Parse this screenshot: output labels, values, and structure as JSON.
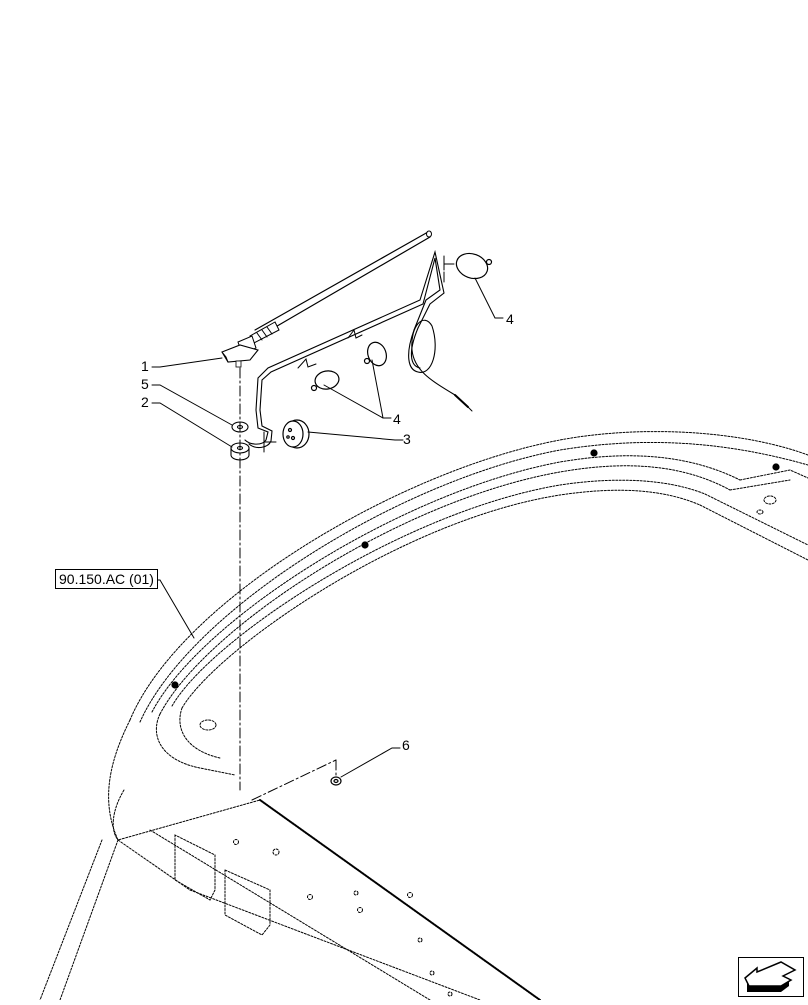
{
  "diagram": {
    "type": "exploded parts view (cab roof / antenna)",
    "line_color": "#000000",
    "background": "#ffffff",
    "callouts": [
      {
        "id": "1",
        "label": "1",
        "part": "antenna base"
      },
      {
        "id": "5",
        "label": "5",
        "part": "washer"
      },
      {
        "id": "2",
        "label": "2",
        "part": "spacer"
      },
      {
        "id": "3",
        "label": "3",
        "part": "grommet"
      },
      {
        "id": "4a",
        "label": "4",
        "part": "cable clip"
      },
      {
        "id": "4b",
        "label": "4",
        "part": "cable clips"
      },
      {
        "id": "6",
        "label": "6",
        "part": "nut"
      }
    ],
    "reference": {
      "label": "90.150.AC (01)"
    },
    "nav_icon": "direction-arrow-icon"
  }
}
